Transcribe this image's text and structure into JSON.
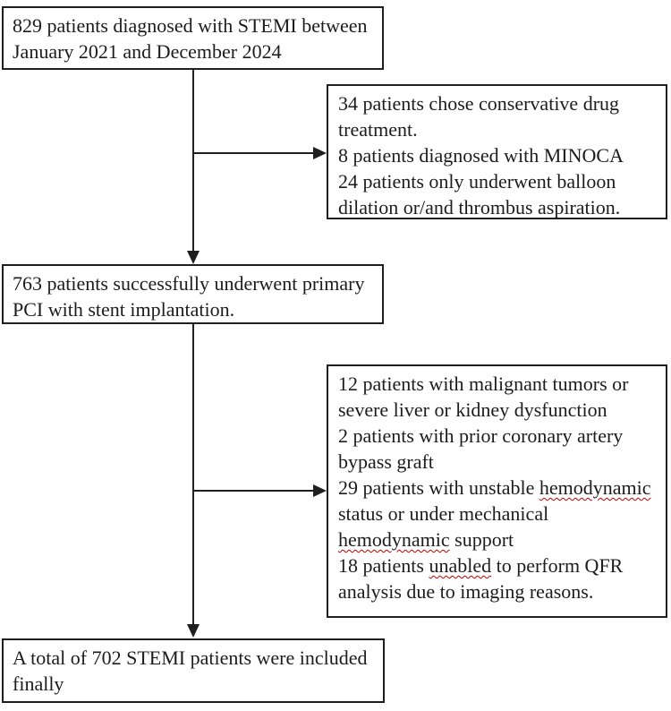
{
  "figure": {
    "kind": "patient-selection-flowchart",
    "colors": {
      "border": "#1f1f1f",
      "text": "#1c1c1c",
      "background": "#ffffff",
      "spellcheck_underline": "#c00000"
    },
    "boxes": {
      "diagnosed": {
        "lines": [
          [
            {
              "t": "829 patients diagnosed with STEMI between"
            }
          ],
          [
            {
              "t": "January 2021 and December 2024"
            }
          ]
        ]
      },
      "excluded_pre_pci": {
        "lines": [
          [
            {
              "t": "34 patients chose conservative drug"
            }
          ],
          [
            {
              "t": "treatment."
            }
          ],
          [
            {
              "t": "8 patients diagnosed with MINOCA"
            }
          ],
          [
            {
              "t": "24 patients only underwent balloon"
            }
          ],
          [
            {
              "t": "dilation or/and thrombus aspiration."
            }
          ]
        ]
      },
      "pci": {
        "lines": [
          [
            {
              "t": "763 patients successfully underwent primary"
            }
          ],
          [
            {
              "t": "PCI with stent implantation."
            }
          ]
        ]
      },
      "excluded_post_pci": {
        "lines": [
          [
            {
              "t": "12 patients with malignant tumors or"
            }
          ],
          [
            {
              "t": "severe liver or kidney dysfunction"
            }
          ],
          [
            {
              "t": "2 patients with prior coronary artery"
            }
          ],
          [
            {
              "t": "bypass graft"
            }
          ],
          [
            {
              "t": "29 patients with unstable "
            },
            {
              "t": "hemodynamic",
              "misspelled": true
            }
          ],
          [
            {
              "t": "status or under mechanical"
            }
          ],
          [
            {
              "t": "hemodynamic",
              "misspelled": true
            },
            {
              "t": " support"
            }
          ],
          [
            {
              "t": "18 patients "
            },
            {
              "t": "unabled",
              "misspelled": true
            },
            {
              "t": " to perform QFR"
            }
          ],
          [
            {
              "t": "analysis due to imaging reasons."
            }
          ]
        ]
      },
      "included": {
        "lines": [
          [
            {
              "t": "A total of 702 STEMI patients were included"
            }
          ],
          [
            {
              "t": "finally"
            }
          ]
        ]
      }
    }
  }
}
